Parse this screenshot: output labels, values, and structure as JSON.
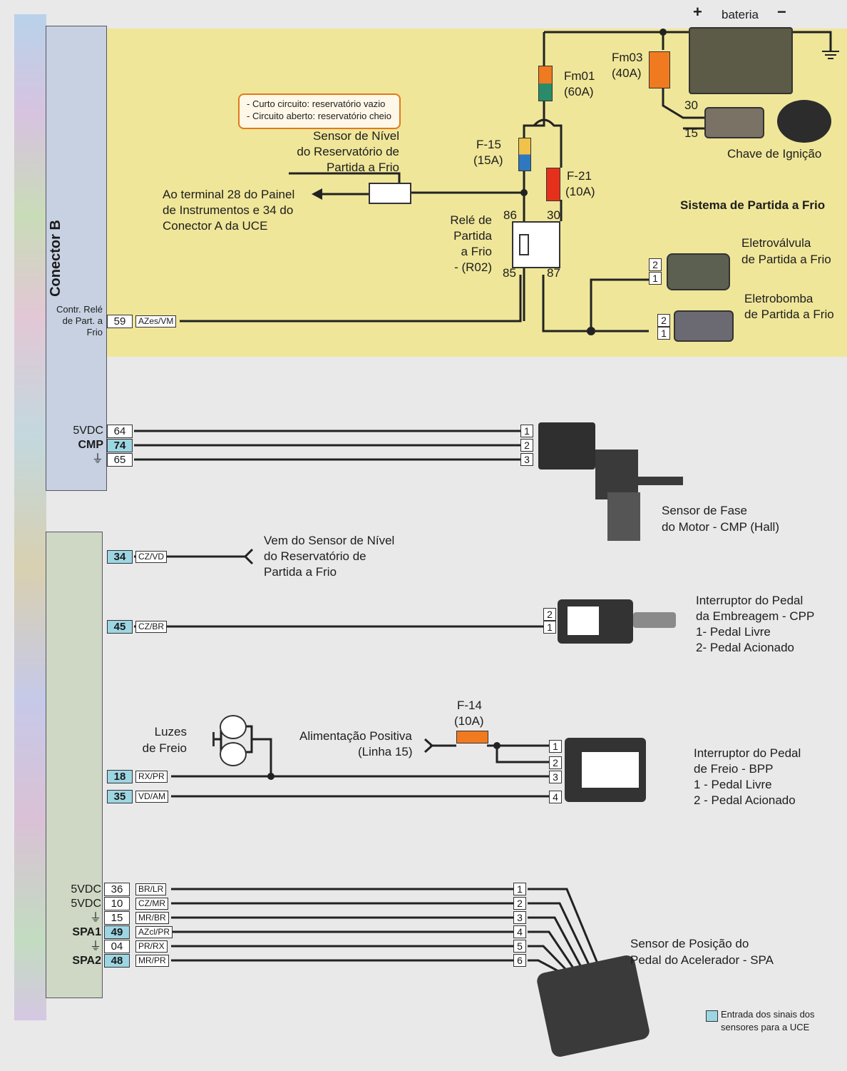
{
  "connector": {
    "title": "Conector B"
  },
  "colors": {
    "yellow_bg": "#efe699",
    "input_pin": "#9dd6e3",
    "fuse_orange": "#f07a20",
    "fuse_red": "#e5311b",
    "fuse_green": "#2a8b6a",
    "fuse_blue": "#2e78c0",
    "wire": "#222222",
    "note_border": "#e07a1a"
  },
  "top": {
    "battery": {
      "label": "bateria",
      "plus": "+",
      "minus": "−"
    },
    "ignition": {
      "label": "Chave de Ignição",
      "t30": "30",
      "t15": "15"
    },
    "fuses": {
      "fm01": {
        "name": "Fm01",
        "rating": "(60A)"
      },
      "fm03": {
        "name": "Fm03",
        "rating": "(40A)"
      },
      "f15": {
        "name": "F-15",
        "rating": "(15A)"
      },
      "f21": {
        "name": "F-21",
        "rating": "(10A)"
      }
    },
    "note": {
      "line1": "- Curto circuito: reservatório vazio",
      "line2": "- Circuito aberto: reservatório cheio"
    },
    "level_sensor": {
      "line1": "Sensor de Nível",
      "line2": "do Reservatório de",
      "line3": "Partida a Frio"
    },
    "panel_ref": {
      "line1": "Ao terminal 28 do Painel",
      "line2": "de Instrumentos e 34 do",
      "line3": "Conector A da UCE"
    },
    "relay": {
      "line1": "Relé de",
      "line2": "Partida",
      "line3": "a Frio",
      "line4": "- (R02)",
      "t86": "86",
      "t30": "30",
      "t85": "85",
      "t87": "87"
    },
    "system_title": "Sistema de Partida a Frio",
    "valve": {
      "line1": "Eletroválvula",
      "line2": "de Partida a Frio",
      "p2": "2",
      "p1": "1"
    },
    "pump": {
      "line1": "Eletrobomba",
      "line2": "de Partida a Frio",
      "p2": "2",
      "p1": "1"
    },
    "pin59": {
      "desc1": "Contr. Relé",
      "desc2": "de Part. a",
      "desc3": "Frio",
      "pin": "59",
      "wire": "AZes/VM"
    }
  },
  "cmp": {
    "pins": [
      {
        "signal": "5VDC",
        "pin": "64",
        "num": "1",
        "ground": false,
        "input": false
      },
      {
        "signal": "CMP",
        "pin": "74",
        "num": "2",
        "ground": false,
        "input": true
      },
      {
        "signal": "⏚",
        "pin": "65",
        "num": "3",
        "ground": true,
        "input": false
      }
    ],
    "label1": "Sensor de Fase",
    "label2": "do Motor - CMP (Hall)"
  },
  "pin34": {
    "pin": "34",
    "wire": "CZ/VD",
    "line1": "Vem do Sensor de Nível",
    "line2": "do Reservatório de",
    "line3": "Partida a Frio"
  },
  "cpp": {
    "pin": "45",
    "wire": "CZ/BR",
    "p2": "2",
    "p1": "1",
    "line1": "Interruptor do Pedal",
    "line2": "da Embreagem - CPP",
    "line3": "1- Pedal Livre",
    "line4": "2- Pedal Acionado"
  },
  "bpp": {
    "fuse": {
      "name": "F-14",
      "rating": "(10A)"
    },
    "power": {
      "line1": "Alimentação Positiva",
      "line2": "(Linha 15)"
    },
    "lights": {
      "line1": "Luzes",
      "line2": "de Freio"
    },
    "pins": [
      {
        "pin": "18",
        "wire": "RX/PR"
      },
      {
        "pin": "35",
        "wire": "VD/AM"
      }
    ],
    "nums": [
      "1",
      "2",
      "3",
      "4"
    ],
    "line1": "Interruptor do Pedal",
    "line2": "de Freio - BPP",
    "line3": "1 - Pedal Livre",
    "line4": "2 - Pedal Acionado"
  },
  "spa": {
    "pins": [
      {
        "signal": "5VDC",
        "pin": "36",
        "wire": "BR/LR",
        "num": "1",
        "input": false,
        "ground": false
      },
      {
        "signal": "5VDC",
        "pin": "10",
        "wire": "CZ/MR",
        "num": "2",
        "input": false,
        "ground": false
      },
      {
        "signal": "⏚",
        "pin": "15",
        "wire": "MR/BR",
        "num": "3",
        "input": false,
        "ground": true
      },
      {
        "signal": "SPA1",
        "pin": "49",
        "wire": "AZcl/PR",
        "num": "4",
        "input": true,
        "ground": false
      },
      {
        "signal": "⏚",
        "pin": "04",
        "wire": "PR/RX",
        "num": "5",
        "input": false,
        "ground": true
      },
      {
        "signal": "SPA2",
        "pin": "48",
        "wire": "MR/PR",
        "num": "6",
        "input": true,
        "ground": false
      }
    ],
    "line1": "Sensor de Posição do",
    "line2": "Pedal do Acelerador - SPA"
  },
  "legend": {
    "line1": "Entrada dos sinais dos",
    "line2": "sensores para a UCE"
  }
}
